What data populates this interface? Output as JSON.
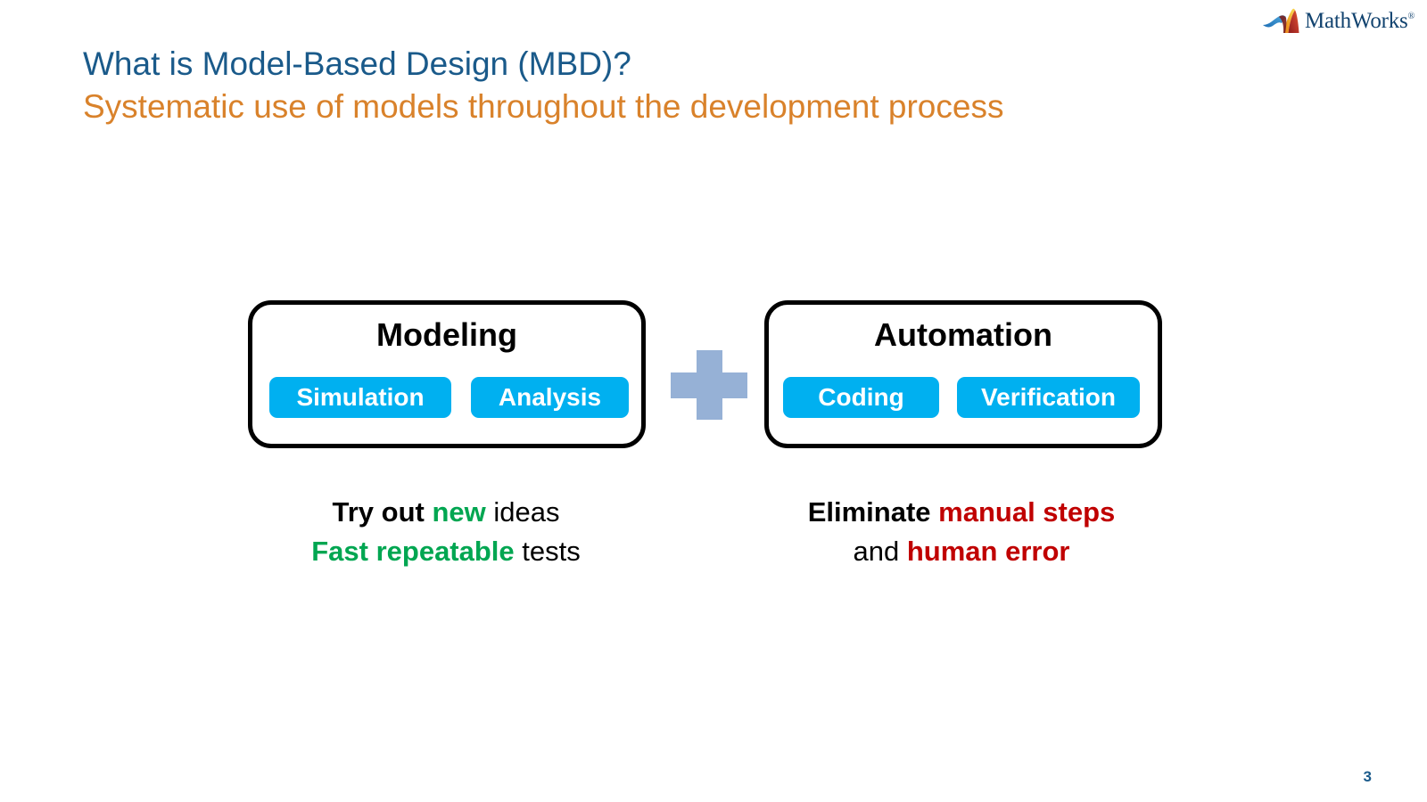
{
  "slide": {
    "title": "What is Model-Based Design (MBD)?",
    "subtitle": "Systematic use of models throughout the development process",
    "page_number": "3",
    "colors": {
      "title": "#1a5a8a",
      "subtitle": "#d9822b",
      "pill": "#00b0f0",
      "plus": "#96b1d6",
      "green": "#00a651",
      "red": "#c00000",
      "logo_text": "#12436f"
    }
  },
  "logo": {
    "icon_name": "mathworks-membrane-icon",
    "wordmark": "MathWorks",
    "registered": "®"
  },
  "diagram": {
    "operator": "+",
    "boxes": [
      {
        "title": "Modeling",
        "pills": [
          "Simulation",
          "Analysis"
        ],
        "caption": {
          "line1": [
            {
              "text": "Try out ",
              "style": "bold"
            },
            {
              "text": "new",
              "style": "green"
            },
            {
              "text": " ideas",
              "style": "normal"
            }
          ],
          "line2": [
            {
              "text": "Fast repeatable",
              "style": "green"
            },
            {
              "text": " tests",
              "style": "normal"
            }
          ]
        }
      },
      {
        "title": "Automation",
        "pills": [
          "Coding",
          "Verification"
        ],
        "caption": {
          "line1": [
            {
              "text": "Eliminate ",
              "style": "bold"
            },
            {
              "text": "manual steps",
              "style": "red"
            }
          ],
          "line2": [
            {
              "text": "and ",
              "style": "normal"
            },
            {
              "text": "human error",
              "style": "red"
            }
          ]
        }
      }
    ]
  }
}
